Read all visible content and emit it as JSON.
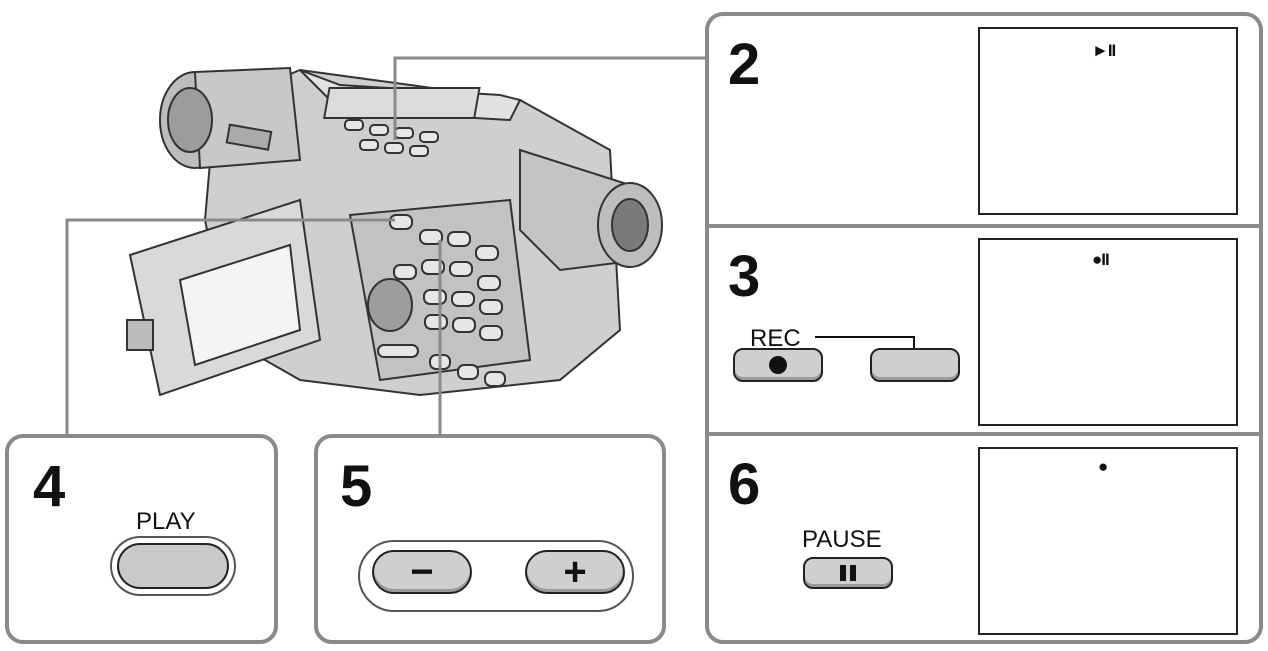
{
  "steps": {
    "s2": {
      "number": "2",
      "screen_indicator": "►II"
    },
    "s3": {
      "number": "3",
      "rec_label": "REC",
      "screen_indicator": "●II"
    },
    "s4": {
      "number": "4",
      "play_label": "PLAY"
    },
    "s5": {
      "number": "5",
      "minus_symbol": "−",
      "plus_symbol": "+"
    },
    "s6": {
      "number": "6",
      "pause_label": "PAUSE",
      "screen_indicator": "●"
    }
  },
  "icons": {
    "record": "record-dot-icon",
    "pause": "pause-bars-icon",
    "play_pause": "play-pause-icon",
    "rec_pause": "rec-pause-icon"
  },
  "colors": {
    "frame": "#8a8a8a",
    "button": "#cfcfcf",
    "ink": "#111111"
  }
}
